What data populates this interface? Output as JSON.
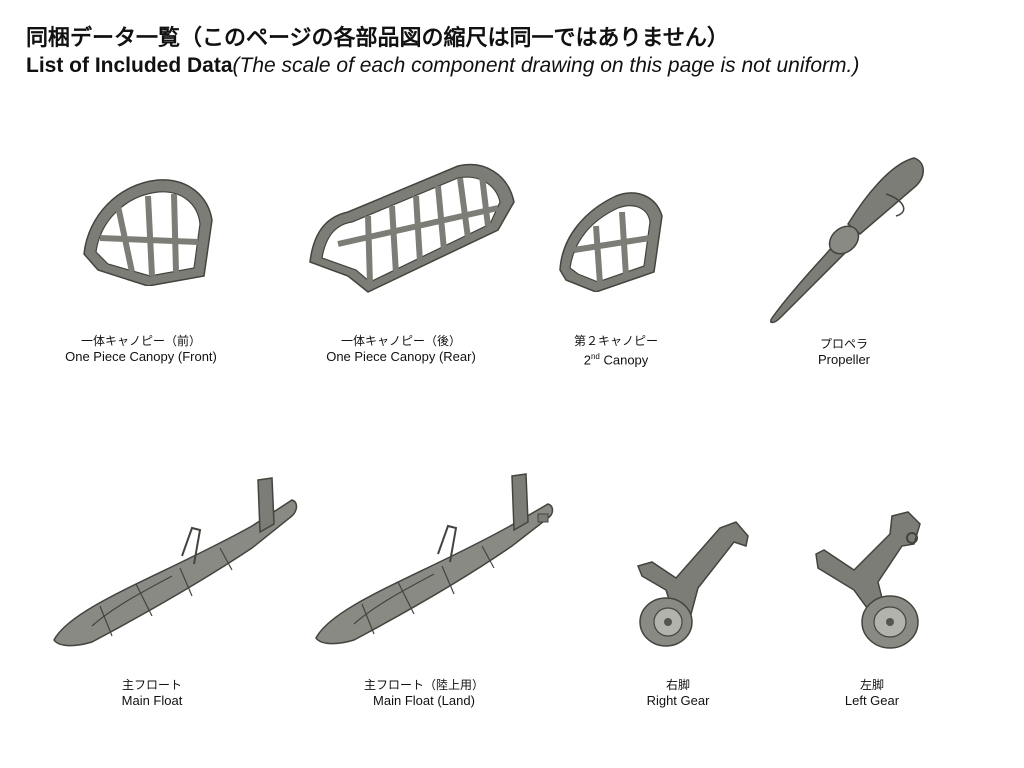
{
  "header": {
    "title_ja": "同梱データ一覧（このページの各部品図の縮尺は同一ではありません）",
    "title_en_bold": "List of Included Data",
    "title_en_italic": "(The scale of each component drawing on this page is not uniform.)"
  },
  "parts": [
    {
      "ja": "一体キャノピー（前）",
      "en": "One Piece Canopy (Front)"
    },
    {
      "ja": "一体キャノピー（後）",
      "en": "One Piece Canopy (Rear)"
    },
    {
      "ja": "第２キャノピー",
      "en_num": "2",
      "en_sup": "nd",
      "en_rest": " Canopy"
    },
    {
      "ja": "プロペラ",
      "en": "Propeller"
    },
    {
      "ja": "主フロート",
      "en": "Main Float"
    },
    {
      "ja": "主フロート（陸上用）",
      "en": "Main Float (Land)"
    },
    {
      "ja": "右脚",
      "en": "Right Gear"
    },
    {
      "ja": "左脚",
      "en": "Left Gear"
    }
  ],
  "colors": {
    "part_fill": "#8a8a84",
    "part_dark": "#55554f",
    "part_light": "#b3b3ad"
  }
}
